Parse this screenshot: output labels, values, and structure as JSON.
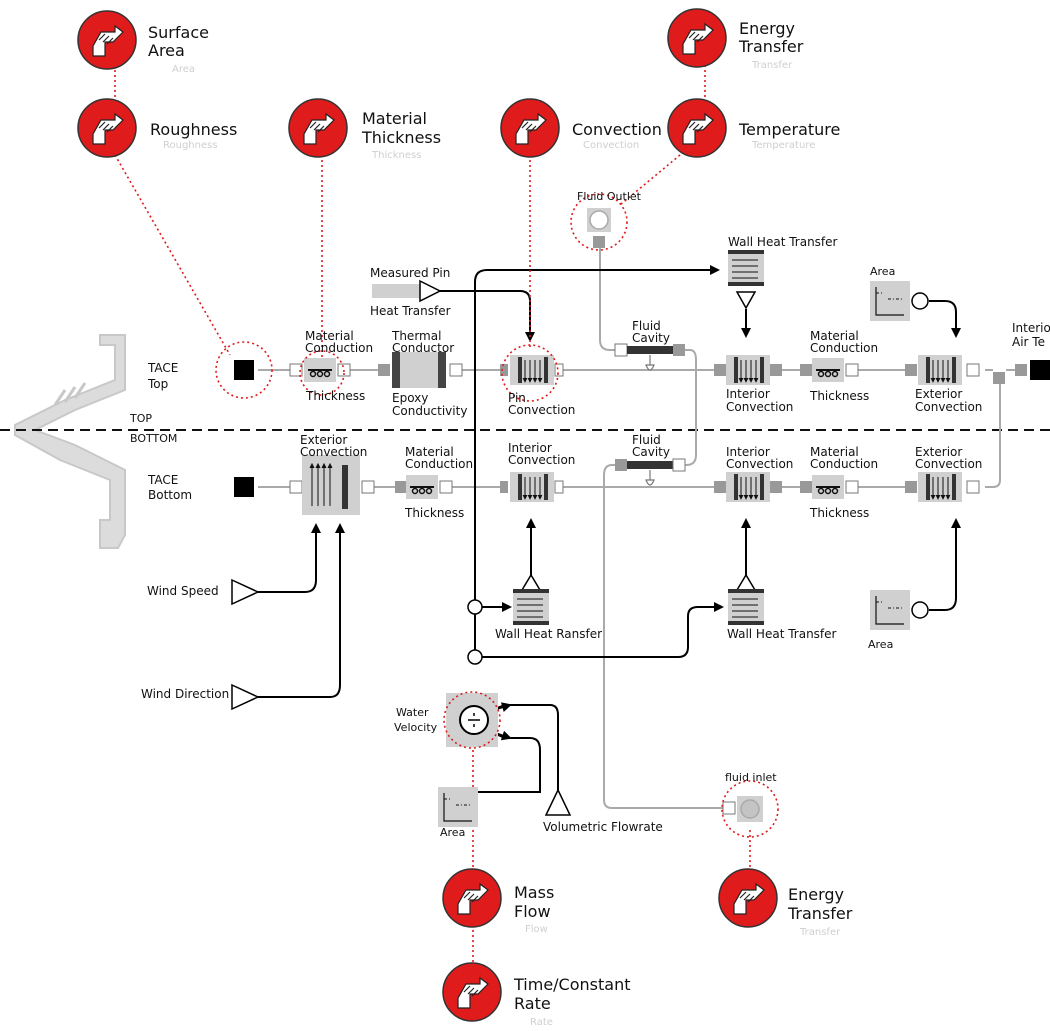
{
  "red_labels": {
    "surface_area_line1": "Surface",
    "surface_area_line2": "Area",
    "roughness": "Roughness",
    "material_thickness_line1": "Material",
    "material_thickness_line2": "Thickness",
    "convection": "Convection",
    "temperature": "Temperature",
    "energy_transfer_top_line1": "Energy",
    "energy_transfer_top_line2": "Transfer",
    "mass_flow_line1": "Mass",
    "mass_flow_line2": "Flow",
    "time_rate_line1": "Time/Constant",
    "time_rate_line2": "Rate",
    "energy_transfer_bottom_line1": "Energy",
    "energy_transfer_bottom_line2": "Transfer"
  },
  "top": {
    "tace_line1": "TACE",
    "tace_line2": "Top",
    "mat_cond_line1": "Material",
    "mat_cond_line2": "Conduction",
    "mat_cond_thickness": "Thickness",
    "thermal_cond_line1": "Thermal",
    "thermal_cond_line2": "Conductor",
    "epoxy_line1": "Epoxy",
    "epoxy_line2": "Conductivity",
    "measured_pin": "Measured Pin",
    "heat_transfer": "Heat Transfer",
    "pin_conv_line1": "Pin",
    "pin_conv_line2": "Convection",
    "fluid_outlet": "Fluid Outlet",
    "fluid_cavity_line1": "Fluid",
    "fluid_cavity_line2": "Cavity",
    "wall_heat_transfer": "Wall Heat Transfer",
    "interior_conv_line1": "Interior",
    "interior_conv_line2": "Convection",
    "mat_cond2_line1": "Material",
    "mat_cond2_line2": "Conduction",
    "thickness2": "Thickness",
    "area": "Area",
    "exterior_conv_line1": "Exterior",
    "exterior_conv_line2": "Convection",
    "interior_air_line1": "Interior",
    "interior_air_line2": "Air Te"
  },
  "divider": {
    "top": "TOP",
    "bottom": "BOTTOM"
  },
  "bottom": {
    "tace_line1": "TACE",
    "tace_line2": "Bottom",
    "exterior_conv_line1": "Exterior",
    "exterior_conv_line2": "Convection",
    "mat_cond_line1": "Material",
    "mat_cond_line2": "Conduction",
    "thickness": "Thickness",
    "interior_conv_line1": "Interior",
    "interior_conv_line2": "Convection",
    "fluid_cavity_line1": "Fluid",
    "fluid_cavity_line2": "Cavity",
    "interior_conv2_line1": "Interior",
    "interior_conv2_line2": "Convection",
    "mat_cond2_line1": "Material",
    "mat_cond2_line2": "Conduction",
    "thickness2": "Thickness",
    "exterior_conv2_line1": "Exterior",
    "exterior_conv2_line2": "Convection",
    "wind_speed": "Wind Speed",
    "wind_direction": "Wind Direction",
    "wall_heat_ransfer": "Wall Heat Ransfer",
    "wall_heat_transfer": "Wall Heat Transfer",
    "area_right": "Area",
    "water_velocity_line1": "Water",
    "water_velocity_line2": "Velocity",
    "area_left": "Area",
    "volumetric_flowrate": "Volumetric Flowrate",
    "fluid_inlet": "fluid inlet"
  },
  "colors": {
    "red": "#e01b1b",
    "wire_gray": "#aaaaaa",
    "block_gray": "#d0d0d0",
    "port_gray": "#999999",
    "signal": "#000000"
  }
}
